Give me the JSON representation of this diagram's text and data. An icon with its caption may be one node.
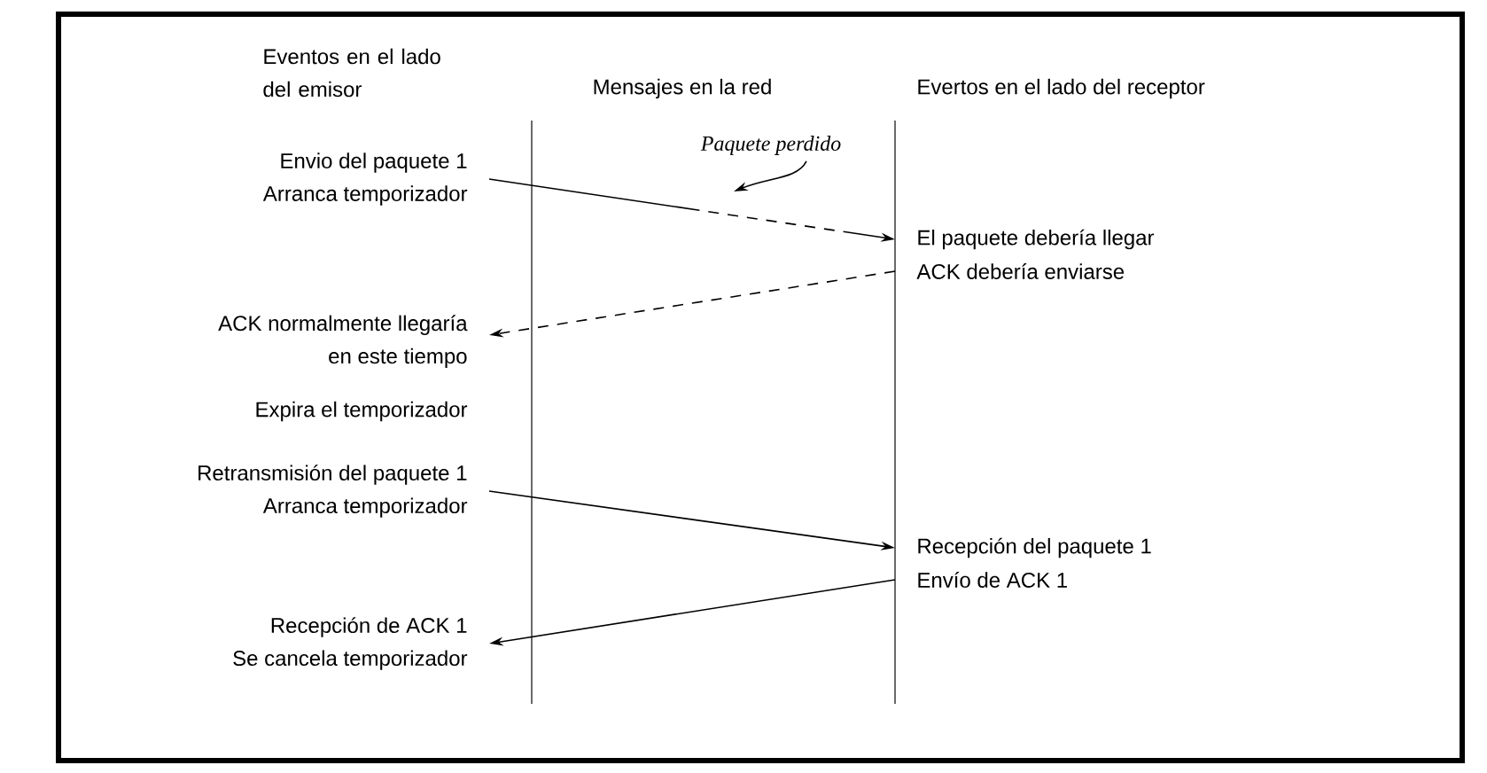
{
  "diagram": {
    "nodes": [
      {
        "text": [
          "Envio del paquete 1",
          "Arranca temporizador"
        ]
      },
      {
        "text": [
          "El paquete debería llegar"
        ]
      },
      {
        "text": [
          "ACK debería enviarse"
        ]
      },
      {
        "text": [
          "ACK normalmente llegaría en este tiempo"
        ]
      },
      {
        "text": [
          "Expira el temporizador"
        ]
      },
      {
        "text": [
          "Retransmisión del paquete 1",
          "Arranca temporizador"
        ]
      },
      {
        "text": [
          "Recepción del paquete 1"
        ]
      },
      {
        "text": [
          "Envío de ACK 1"
        ]
      },
      {
        "text": [
          "Recepción de ACK 1",
          "Se cancela temporizador"
        ]
      },
      {
        "text": [
          "Paquete perdido"
        ]
      }
    ],
    "edges": [
      {
        "from": 0,
        "to": 1,
        "arrow": "to",
        "style": "dashed"
      },
      {
        "from": 2,
        "to": 3,
        "arrow": "to",
        "style": "dashed"
      },
      {
        "from": 5,
        "to": 6,
        "arrow": "to"
      },
      {
        "from": 7,
        "to": 8,
        "arrow": "to"
      },
      {
        "from": 9,
        "to": null,
        "arrow": "to"
      }
    ],
    "labels": [
      "Eventos en el lado del emisor",
      "Mensajes en la red",
      "Evertos en el lado del receptor"
    ]
  }
}
